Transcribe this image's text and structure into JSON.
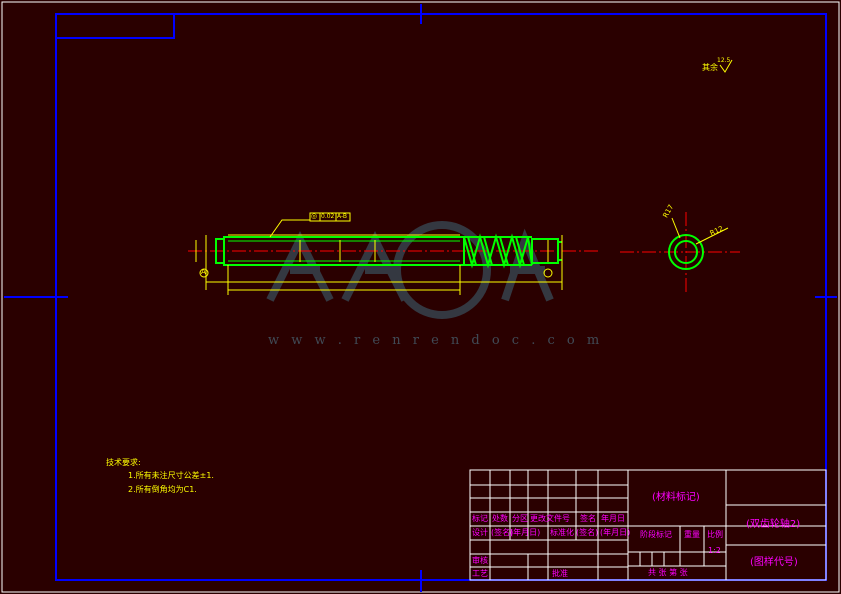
{
  "surface_finish": "其余",
  "surface_finish_value": "12.5",
  "datum_label": "A",
  "tolerance_frame": [
    "◎",
    "0.02",
    "A-B"
  ],
  "radius_labels": [
    "R17",
    "R12"
  ],
  "tech_requirements": {
    "title": "技术要求:",
    "items": [
      "1.所有未注尺寸公差±1.",
      "2.所有倒角均为C1."
    ]
  },
  "watermark": {
    "url": "w w w . r e n r e n d o c . c o m"
  },
  "title_block": {
    "material": "(材料标记)",
    "part_name": "(双齿轮轴2)",
    "drawing_no": "(图样代号)",
    "row_labels_1": [
      "标记",
      "处数",
      "分区",
      "更改文件号",
      "签名",
      "年月日"
    ],
    "row_labels_2": [
      "设计",
      "(签名)",
      "(年月日)",
      "标准化",
      "(签名)",
      "(年月日)"
    ],
    "row_labels_3": [
      "审核"
    ],
    "row_labels_4": [
      "工艺",
      "批准"
    ],
    "stage_label": "阶段标记",
    "weight_label": "重量",
    "scale_label": "比例",
    "scale_value": "1:2",
    "sheets_label": "共  张  第  张"
  },
  "colors": {
    "background": "#2a0000",
    "frame": "#0000ff",
    "geometry": "#00ff00",
    "dimension": "#ffff00",
    "centerline": "#ff0000",
    "titleblock_lines": "#ffffff",
    "titleblock_text": "#ff00ff"
  }
}
